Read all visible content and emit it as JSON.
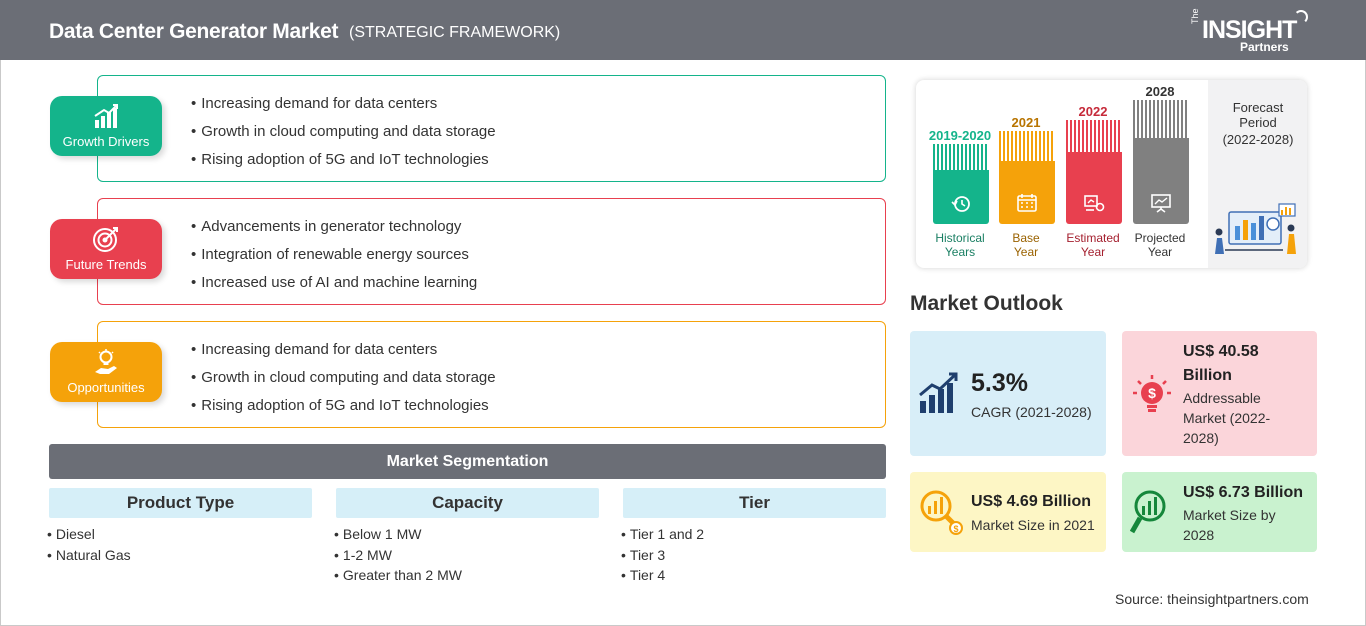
{
  "header": {
    "title": "Data Center Generator Market",
    "subtitle": "(STRATEGIC FRAMEWORK)",
    "logo_the": "The",
    "logo_main": "INSIGHT",
    "logo_sub": "Partners"
  },
  "framework": {
    "growth_drivers": {
      "label": "Growth Drivers",
      "color": "#14b48b",
      "items": [
        "Increasing demand for data centers",
        "Growth in cloud computing and data storage",
        "Rising adoption of 5G and IoT technologies"
      ]
    },
    "future_trends": {
      "label": "Future Trends",
      "color": "#e8404f",
      "items": [
        "Advancements in generator technology",
        "Integration of renewable energy sources",
        "Increased use of AI and machine learning"
      ]
    },
    "opportunities": {
      "label": "Opportunities",
      "color": "#f5a20a",
      "items": [
        "Increasing demand for data centers",
        "Growth in cloud computing and data storage",
        "Rising adoption of 5G and IoT technologies"
      ]
    }
  },
  "segmentation": {
    "title": "Market Segmentation",
    "columns": [
      {
        "heading": "Product Type",
        "items": [
          "Diesel",
          "Natural Gas"
        ]
      },
      {
        "heading": "Capacity",
        "items": [
          "Below 1 MW",
          "1-2 MW",
          "Greater than 2 MW"
        ]
      },
      {
        "heading": "Tier",
        "items": [
          "Tier 1 and 2",
          "Tier 3",
          "Tier 4"
        ]
      }
    ]
  },
  "timeline": {
    "columns": [
      {
        "year": "2019-2020",
        "label_1": "Historical",
        "label_2": "Years",
        "color": "#14b48b",
        "icon": "history-icon"
      },
      {
        "year": "2021",
        "label_1": "Base",
        "label_2": "Year",
        "color": "#f5a20a",
        "icon": "calendar-icon"
      },
      {
        "year": "2022",
        "label_1": "Estimated",
        "label_2": "Year",
        "color": "#e8404f",
        "icon": "estimate-icon"
      },
      {
        "year": "2028",
        "label_1": "Projected",
        "label_2": "Year",
        "color": "#808080",
        "icon": "presentation-icon"
      }
    ],
    "forecast": {
      "line1": "Forecast",
      "line2": "Period",
      "line3": "(2022-2028)"
    }
  },
  "outlook": {
    "title": "Market Outlook",
    "cagr": {
      "value": "5.3%",
      "label": "CAGR (2021-2028)",
      "bg": "#d8eef8"
    },
    "addressable": {
      "value_1": "US$ 40.58",
      "value_2": "Billion",
      "label_1": "Addressable",
      "label_2": "Market (2022-",
      "label_3": "2028)",
      "bg": "#fbd5da"
    },
    "size_2021": {
      "value": "US$ 4.69 Billion",
      "label": "Market Size in 2021",
      "bg": "#fdf6c5"
    },
    "size_2028": {
      "value": "US$ 6.73 Billion",
      "label_1": "Market Size by",
      "label_2": "2028",
      "bg": "#c9f2cf"
    }
  },
  "source": "Source: theinsightpartners.com"
}
